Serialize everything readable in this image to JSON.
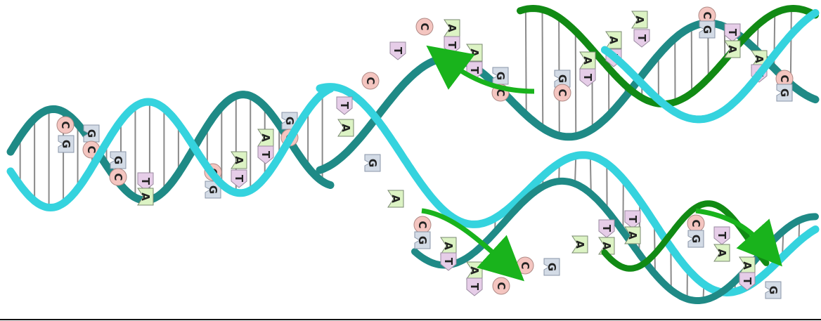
{
  "colors": {
    "strand_dark": "#1f8a86",
    "strand_light": "#35d3de",
    "strand_new": "#19b31c",
    "strand_new_dark": "#118a14",
    "A": "#dcf3c4",
    "T": "#e6cde8",
    "G": "#d3dbe6",
    "C": "#f4c5c0",
    "ground_line": "#111111"
  },
  "nucleotides": {
    "A": "A",
    "T": "T",
    "G": "G",
    "C": "C"
  }
}
